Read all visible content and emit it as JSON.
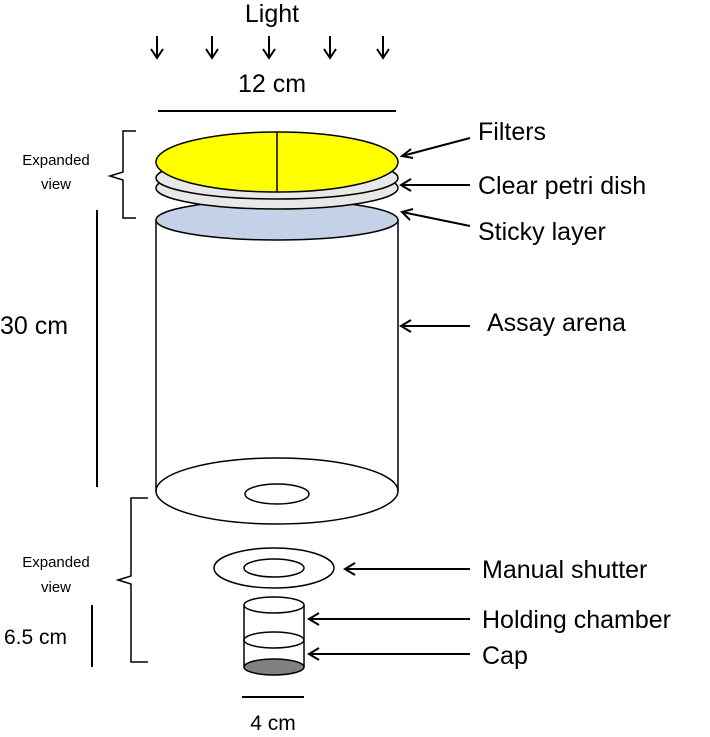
{
  "light_label": "Light",
  "width_top_label": "12 cm",
  "expanded_top": {
    "line1": "Expanded",
    "line2": "view"
  },
  "expanded_bottom": {
    "line1": "Expanded",
    "line2": "view"
  },
  "height_label": "30 cm",
  "chamber_height_label": "6.5 cm",
  "chamber_width_label": "4 cm",
  "callouts": {
    "filters": "Filters",
    "petri": "Clear petri dish",
    "sticky": "Sticky layer",
    "arena": "Assay arena",
    "shutter": "Manual shutter",
    "holding": "Holding chamber",
    "cap": "Cap"
  },
  "colors": {
    "filter": "#ffff00",
    "petri": "#e8e8e8",
    "sticky": "#c4d1e6",
    "cap": "#808080",
    "line": "#000000"
  }
}
